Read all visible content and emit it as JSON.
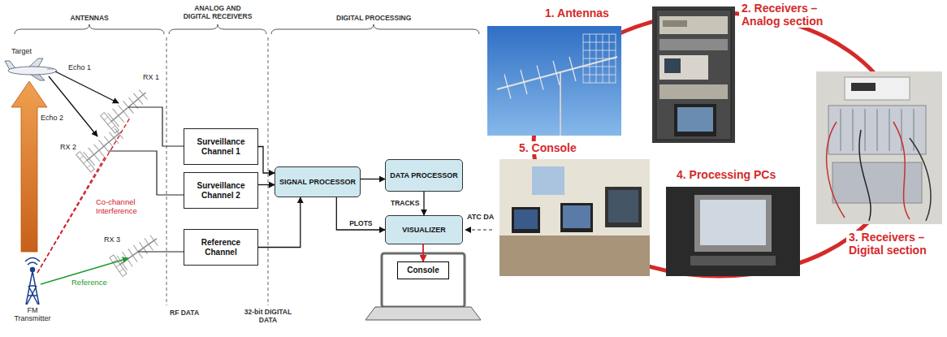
{
  "diagram": {
    "nodes": [
      {
        "text": [
          "Surveillance Channel 1"
        ]
      },
      {
        "text": [
          "Surveillance Channel 2"
        ]
      },
      {
        "text": [
          "Reference Channel"
        ]
      },
      {
        "text": [
          "SIGNAL PROCESSOR"
        ]
      },
      {
        "text": [
          "DATA PROCESSOR"
        ]
      },
      {
        "text": [
          "VISUALIZER"
        ]
      },
      {
        "text": [
          "Console"
        ]
      }
    ],
    "edges": [
      {
        "from": 0,
        "to": 3,
        "arrow": "to"
      },
      {
        "from": 1,
        "to": 3,
        "arrow": "to"
      },
      {
        "from": 2,
        "to": 3,
        "arrow": "to"
      },
      {
        "from": 3,
        "to": 4,
        "arrow": "to"
      },
      {
        "from": 4,
        "to": 5,
        "label": "TRACKS",
        "arrow": "to"
      },
      {
        "from": 3,
        "to": 5,
        "label": "PLOTS",
        "arrow": "to"
      },
      {
        "from": 5,
        "to": 6,
        "arrow": "to"
      }
    ],
    "labels": [
      "ANTENNAS",
      "ANALOG AND DIGITAL RECEIVERS",
      "DIGITAL PROCESSING",
      "Target",
      "Echo 1",
      "Echo 2",
      "RX 1",
      "RX 2",
      "RX 3",
      "Co-channel Interference",
      "Reference",
      "FM Transmitter",
      "ATC DA",
      "RF DATA",
      "32-bit DIGITAL DATA",
      "1. Antennas",
      "2. Receivers – Analog section",
      "3. Receivers – Digital section",
      "4. Processing PCs",
      "5. Console"
    ]
  }
}
